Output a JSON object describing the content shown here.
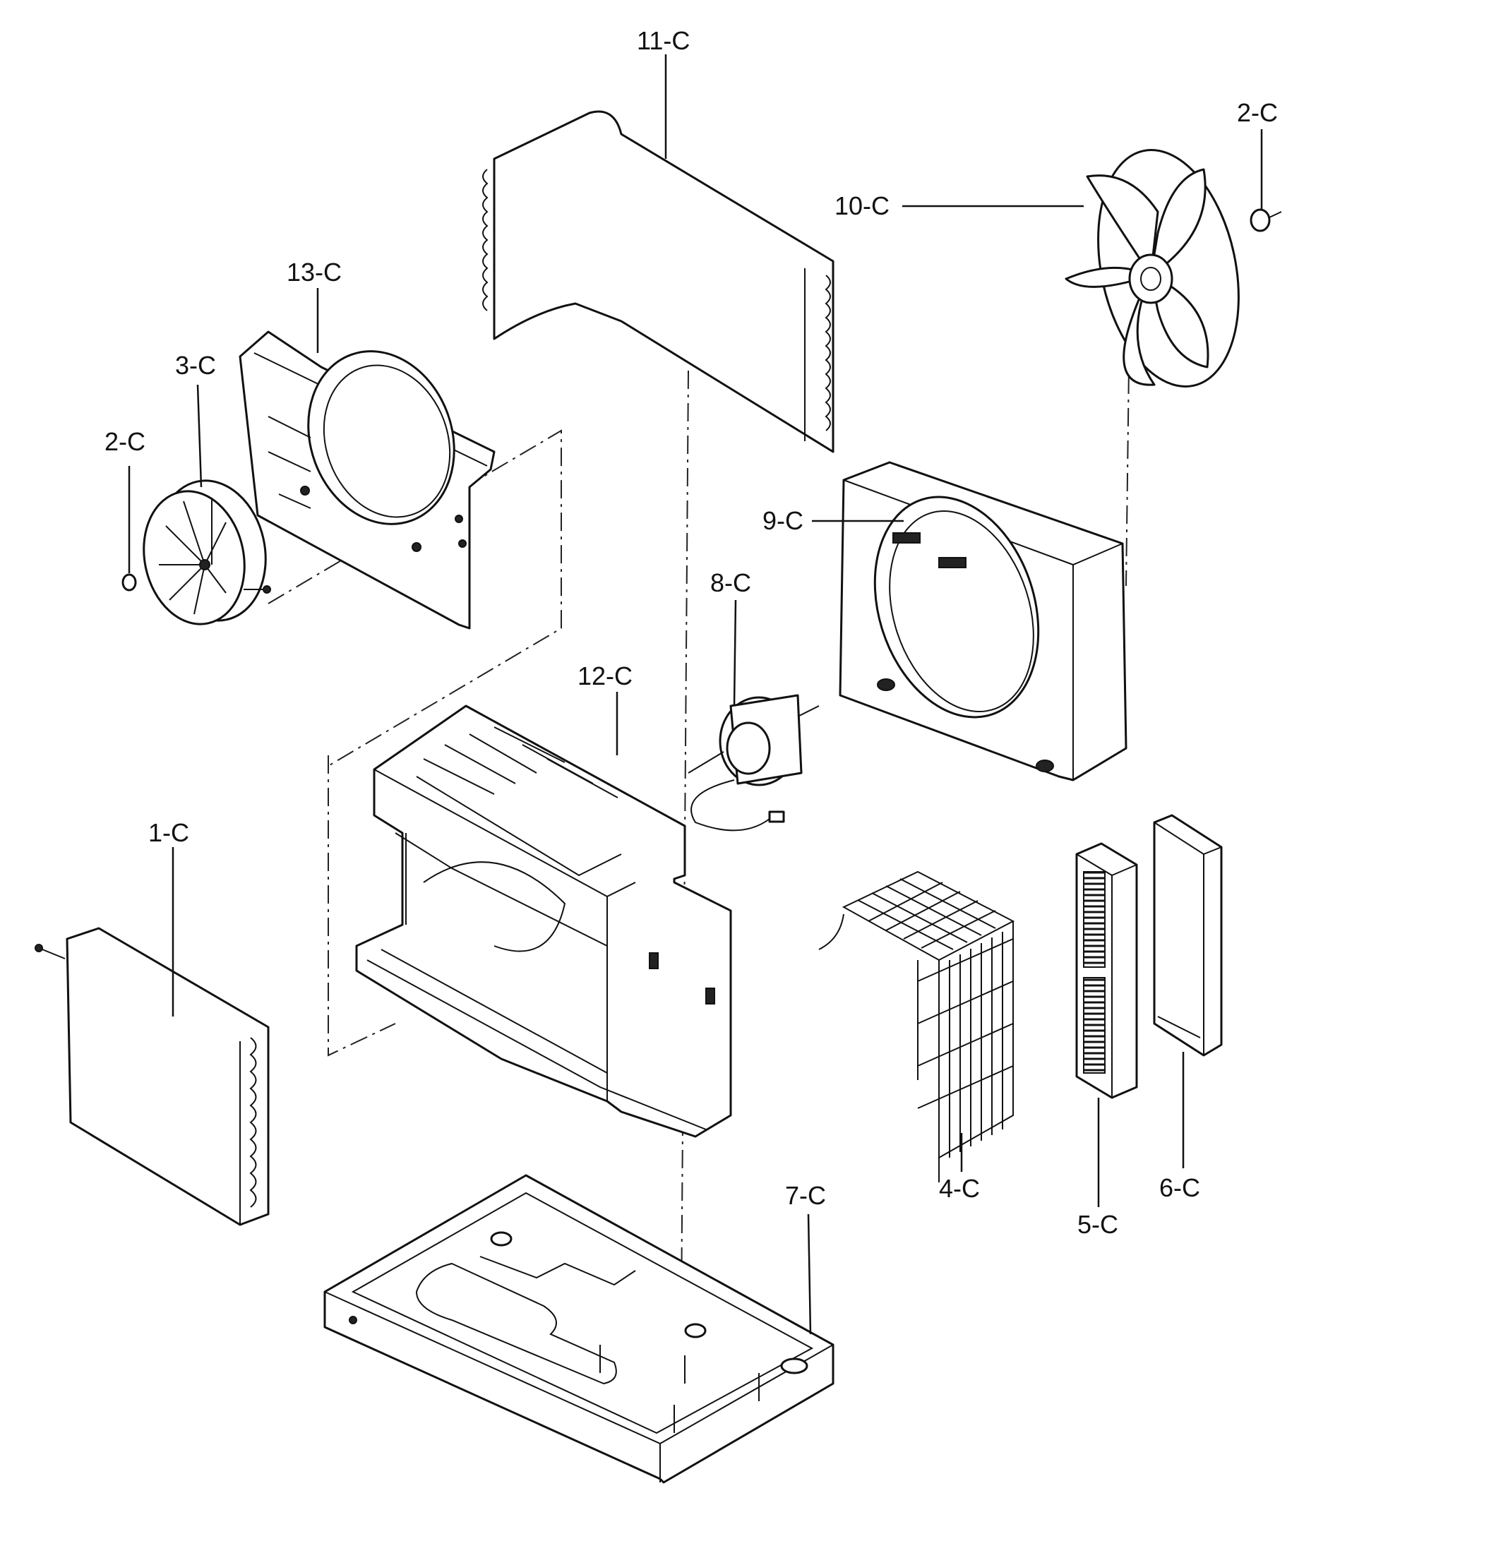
{
  "diagram": {
    "parts": [
      {
        "id": "1-C"
      },
      {
        "id": "2-C"
      },
      {
        "id": "2-C"
      },
      {
        "id": "3-C"
      },
      {
        "id": "4-C"
      },
      {
        "id": "5-C"
      },
      {
        "id": "6-C"
      },
      {
        "id": "7-C"
      },
      {
        "id": "8-C"
      },
      {
        "id": "9-C"
      },
      {
        "id": "10-C"
      },
      {
        "id": "11-C"
      },
      {
        "id": "12-C"
      },
      {
        "id": "13-C"
      }
    ]
  }
}
